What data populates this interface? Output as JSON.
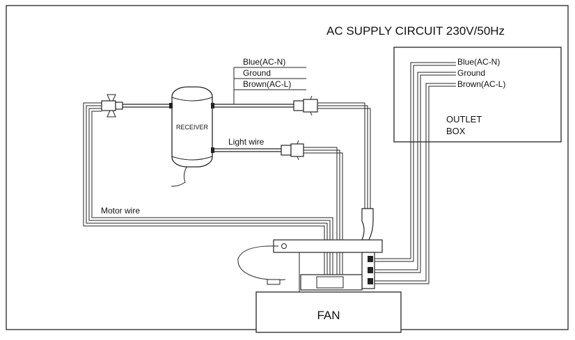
{
  "title": "AC SUPPLY CIRCUIT 230V/50Hz",
  "receiver_label": "RECEIVER",
  "supply_wires": [
    "Blue(AC-N)",
    "Ground",
    "Brown(AC-L)"
  ],
  "outlet_wires": [
    "Blue(AC-N)",
    "Ground",
    "Brown(AC-L)"
  ],
  "outlet_box": {
    "line1": "OUTLET",
    "line2": "BOX"
  },
  "light_wire_label": "Light wire",
  "motor_wire_label": "Motor wire",
  "fan_label": "FAN"
}
